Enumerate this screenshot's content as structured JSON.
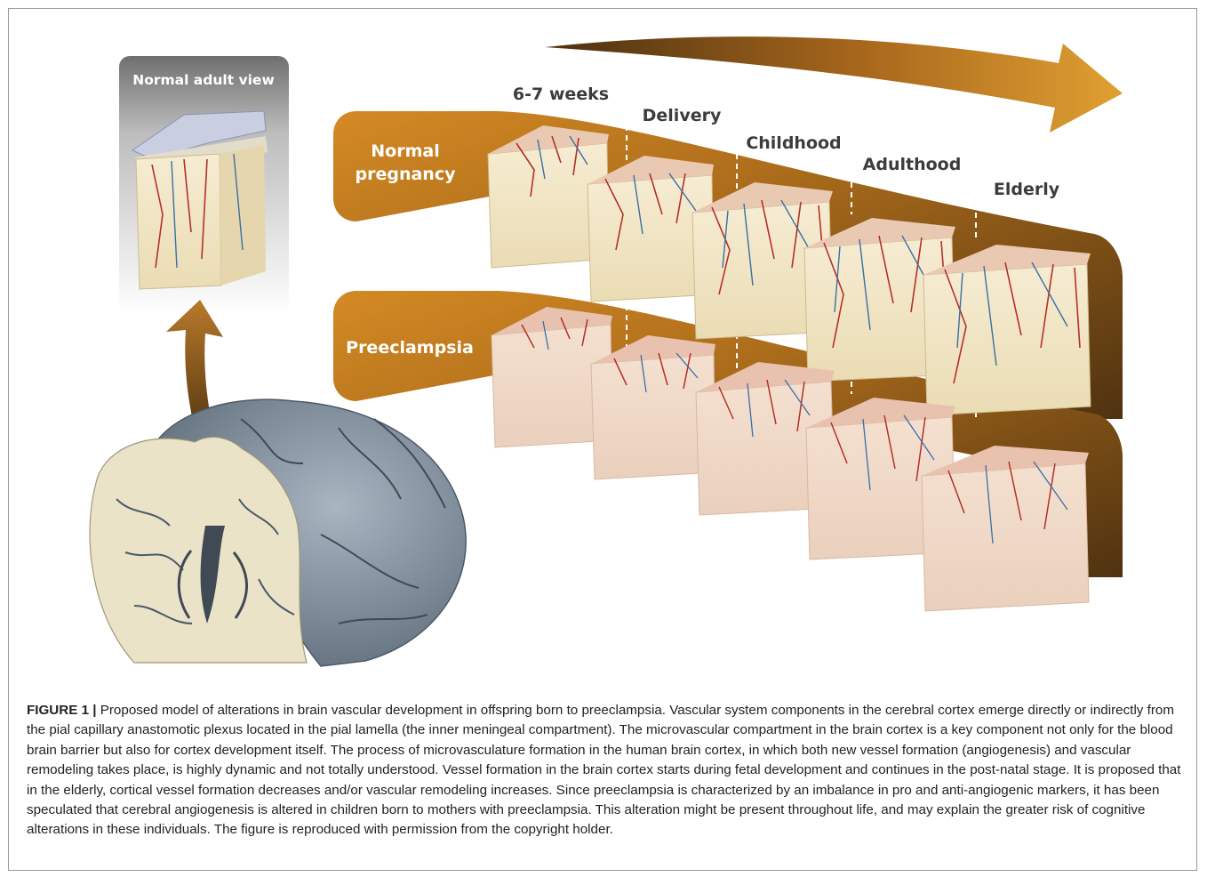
{
  "figure": {
    "inset_title": "Normal adult view",
    "stages": [
      "6-7 weeks",
      "Delivery",
      "Childhood",
      "Adulthood",
      "Elderly"
    ],
    "rows": {
      "normal_line1": "Normal",
      "normal_line2": "pregnancy",
      "preeclampsia": "Preeclampsia"
    }
  },
  "caption": {
    "label": "FIGURE 1 |",
    "text": " Proposed model of alterations in brain vascular development in offspring born to preeclampsia. Vascular system components in the cerebral cortex emerge directly or indirectly from the pial capillary anastomotic plexus located in the pial lamella (the inner meningeal compartment). The microvascular compartment in the brain cortex is a key component not only for the blood brain barrier but also for cortex development itself. The process of microvasculature formation in the human brain cortex, in which both new vessel formation (angiogenesis) and vascular remodeling takes place, is highly dynamic and not totally understood. Vessel formation in the brain cortex starts during fetal development and continues in the post-natal stage. It is proposed that in the elderly, cortical vessel formation decreases and/or vascular remodeling increases. Since preeclampsia is characterized by an imbalance in pro and anti-angiogenic markers, it has been speculated that cerebral angiogenesis is altered in children born to mothers with preeclampsia. This alteration might be present throughout life, and may explain the greater risk of cognitive alterations in these individuals. The figure is reproduced with permission from the copyright holder."
  },
  "colors": {
    "band_orange": "#c07a1e",
    "band_dark": "#5a3a12",
    "block_normal": "#f1e6c8",
    "block_pre": "#f0dccb",
    "artery": "#b5302a",
    "vein": "#3a6fa6",
    "brain_gray": "#8c9aa8"
  }
}
